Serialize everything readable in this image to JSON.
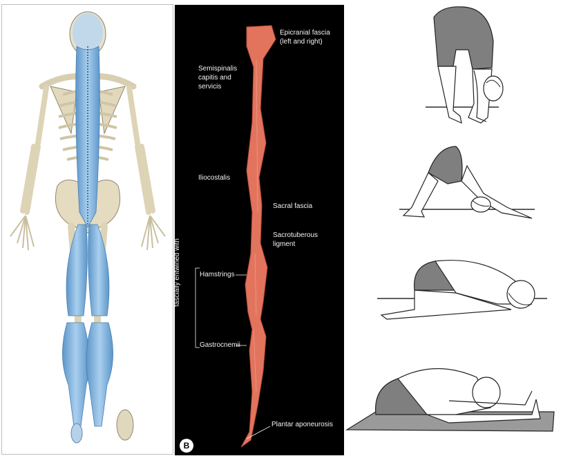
{
  "panel_b": {
    "labels": {
      "epicranial": "Epicranial fascia",
      "epicranial_2": "(left and right)",
      "semispinalis_1": "Semispinalis",
      "semispinalis_2": "capitis and",
      "semispinalis_3": "servicis",
      "iliocostalis": "Iliocostalis",
      "sacral": "Sacral fascia",
      "sacrotuberous_1": "Sacrotuberous",
      "sacrotuberous_2": "ligment",
      "hamstrings": "Hamstrings",
      "gastrocnemii": "Gastrocnemii",
      "plantar": "Plantar aponeurosis",
      "fascially": "fascially entwined with",
      "panel_letter": "B"
    }
  },
  "colors": {
    "muscle_blue": "#7fb2dc",
    "bone": "#e4dcc4",
    "tissue": "#e2745e",
    "pose_gray": "#808080",
    "mat": "#9a9a9a"
  }
}
